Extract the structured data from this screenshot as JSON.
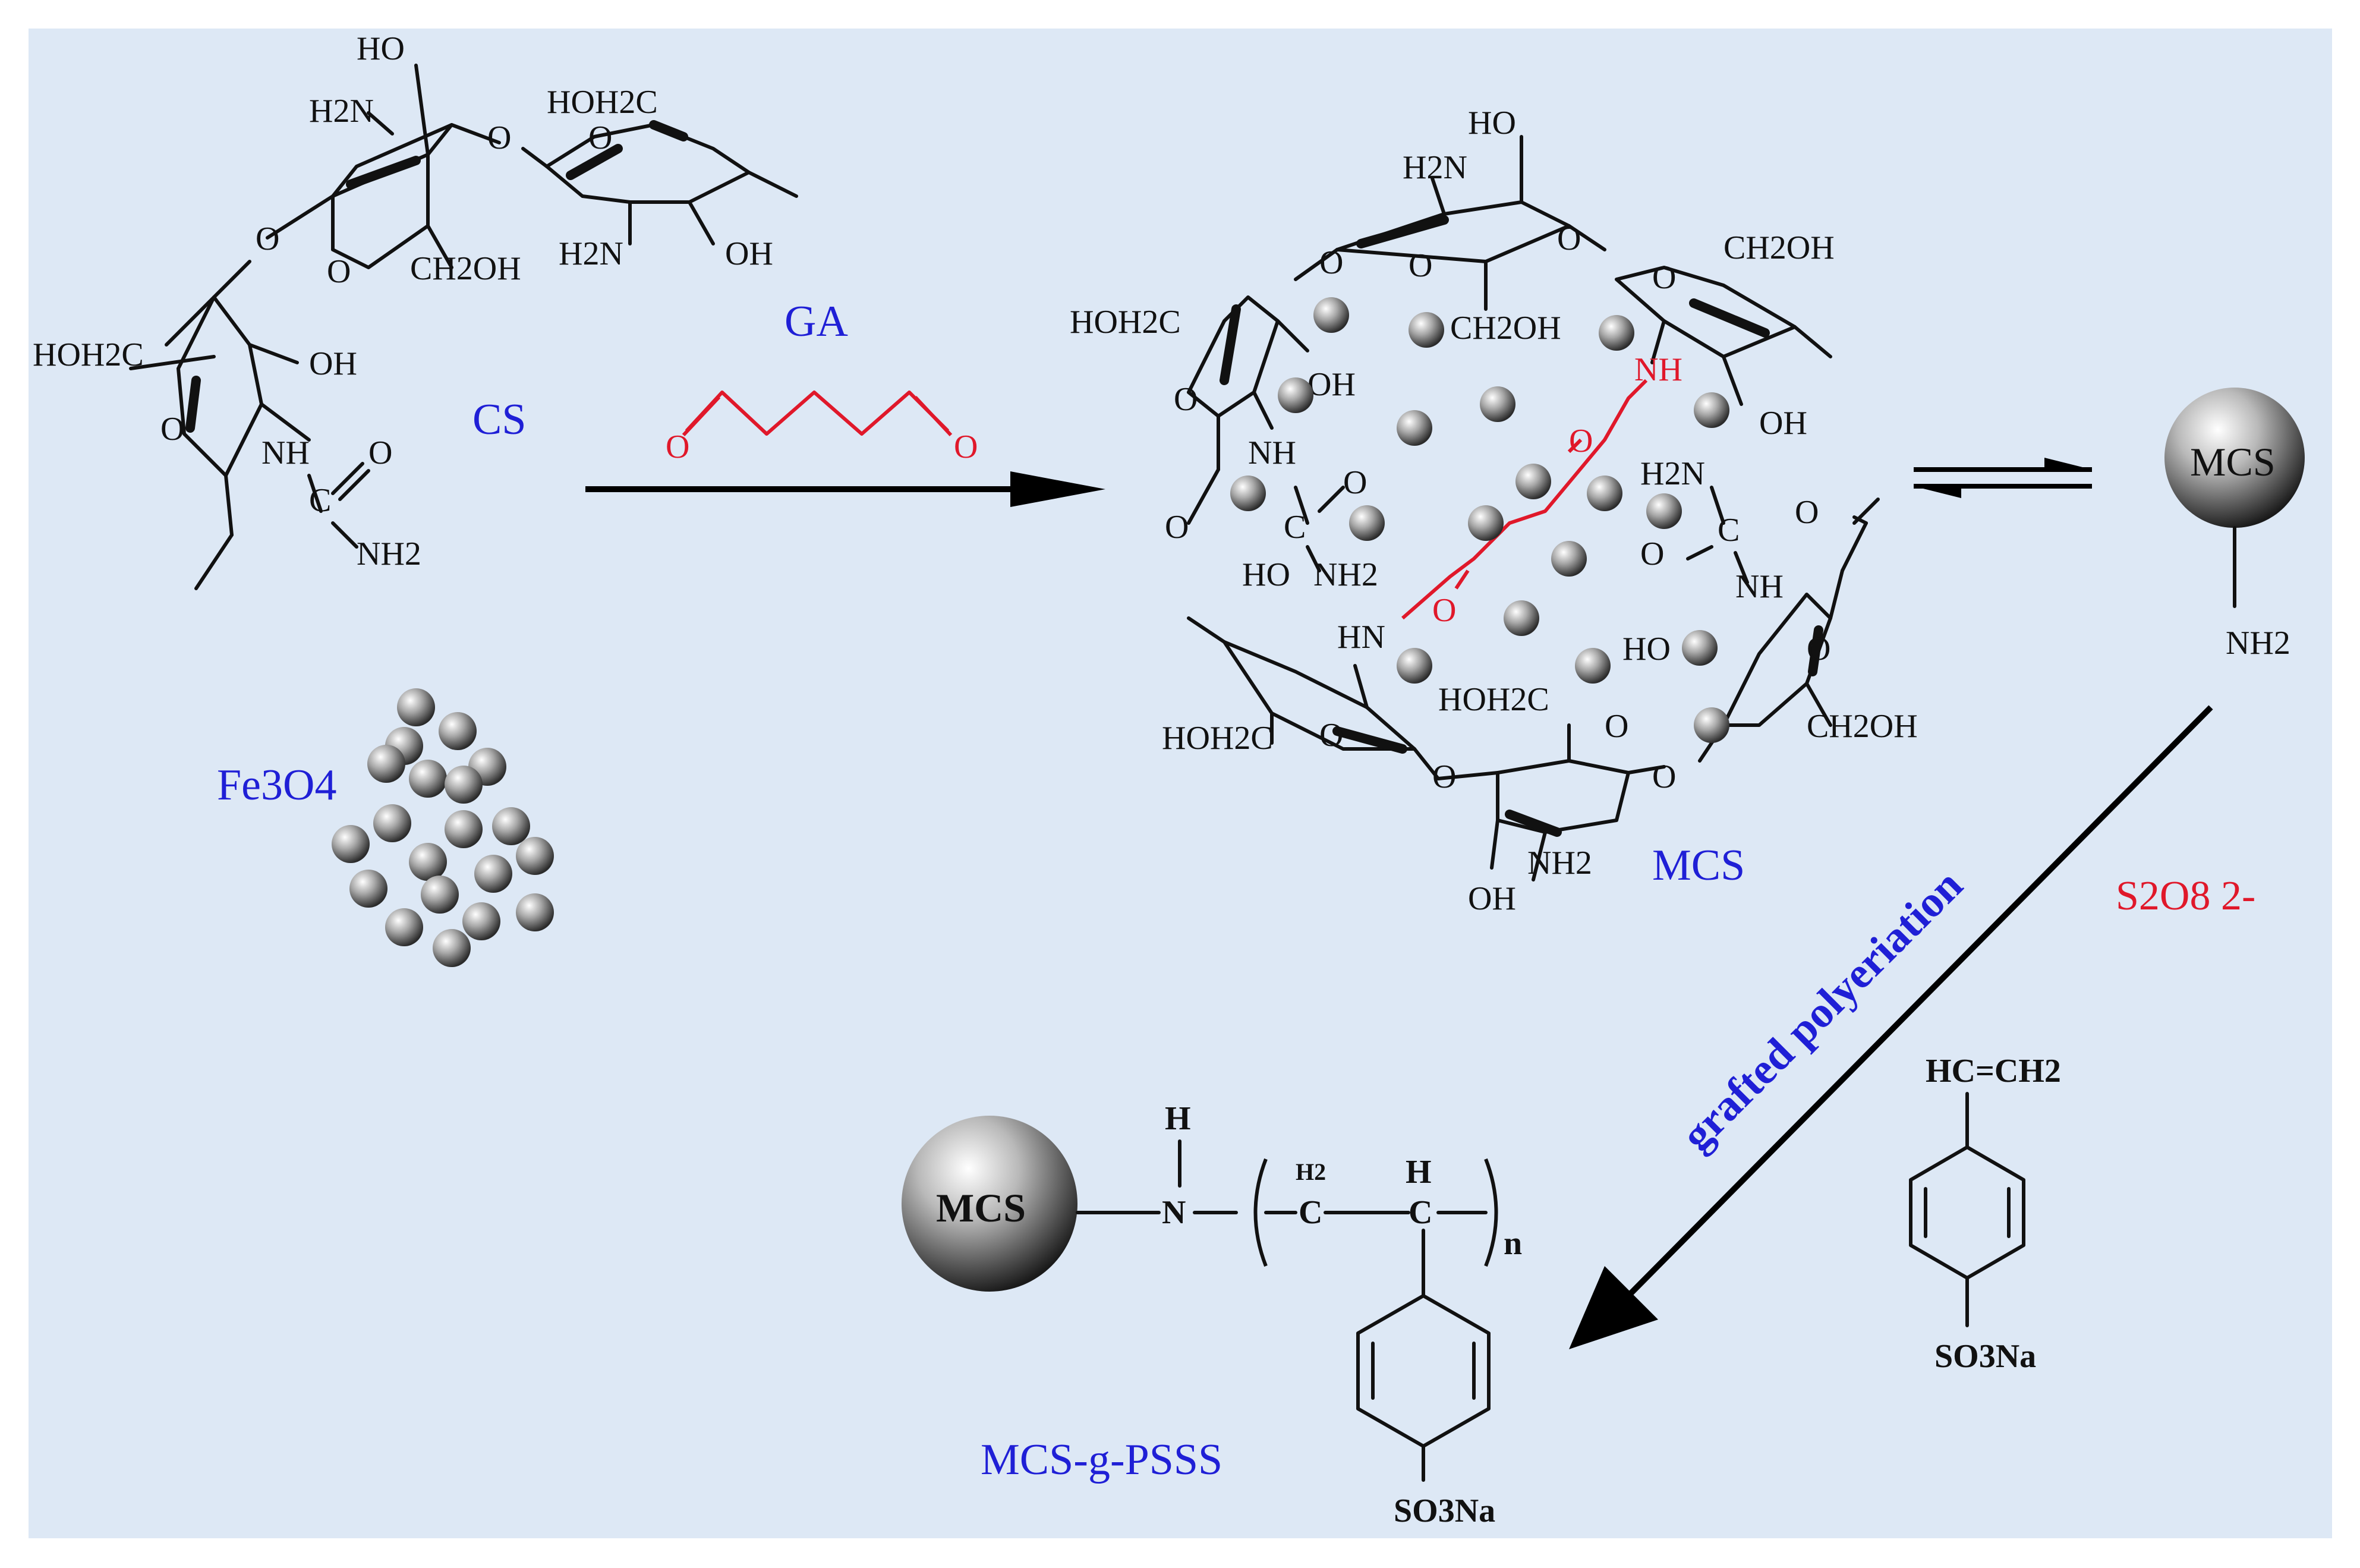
{
  "colors": {
    "panel_bg": "#dde8f5",
    "blue_label": "#1f1fd6",
    "red_label": "#e0182a"
  },
  "labels": {
    "cs": "CS",
    "ga": "GA",
    "fe3o4": "Fe3O4",
    "mcs_center": "MCS",
    "mcs_sphere": "MCS",
    "mcs_sphere_nh2": "NH2",
    "s2o8": "S2O8 2-",
    "grafted": "grafted polyeriation",
    "product": "MCS-g-PSSS",
    "product_sphere": "MCS"
  },
  "chemistry": {
    "ho": "HO",
    "oh": "OH",
    "h2n": "H2N",
    "nh": "NH",
    "hn": "HN",
    "nh2": "NH2",
    "hoh2c": "HOH2C",
    "ch2oh": "CH2OH",
    "o": "O",
    "c": "C",
    "h": "H",
    "n": "N",
    "h2": "H2",
    "hc_ch2": "HC=CH2",
    "so3na": "SO3Na",
    "n_sub": "n"
  }
}
